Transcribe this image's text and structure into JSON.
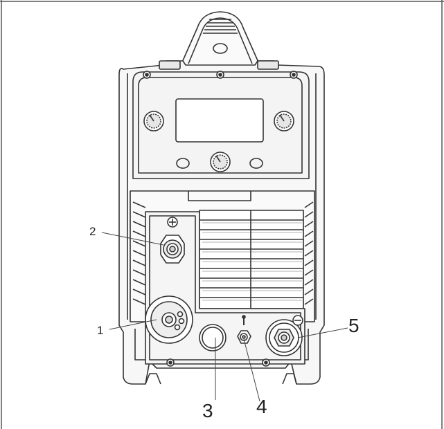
{
  "callouts": [
    {
      "id": "1",
      "label": "1"
    },
    {
      "id": "2",
      "label": "2"
    },
    {
      "id": "3",
      "label": "3"
    },
    {
      "id": "4",
      "label": "4"
    },
    {
      "id": "5",
      "label": "5"
    }
  ],
  "colors": {
    "line": "#333333",
    "fill_light": "#f2f2f2",
    "fill_mid": "#d9d9d9",
    "fill_dark": "#8c8c8c"
  },
  "icons": [
    "knob-icon",
    "socket-icon",
    "gas-fitting-icon",
    "screw-icon",
    "ground-symbol-icon",
    "torch-connector-icon"
  ]
}
